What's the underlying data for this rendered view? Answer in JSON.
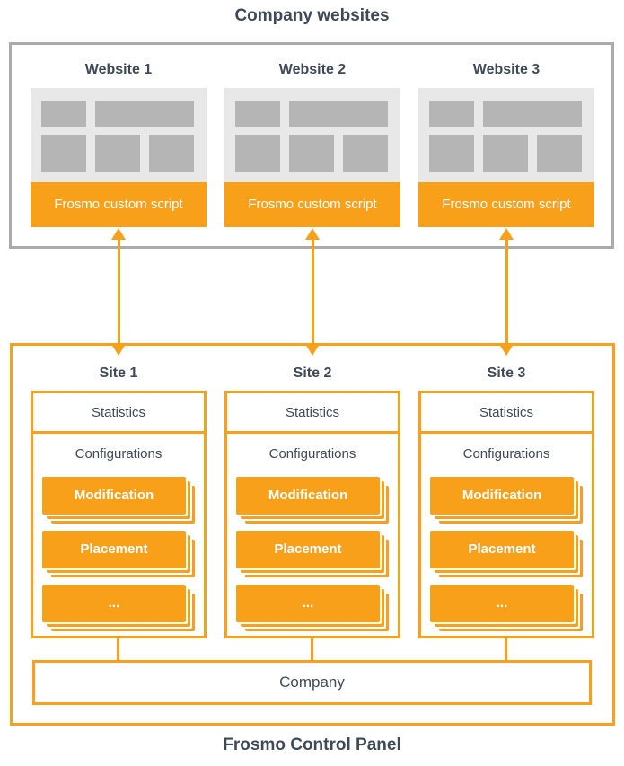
{
  "colors": {
    "orange": "#F9A01B",
    "slate_text": "#3E4A57",
    "gray_border": "#ABABAB",
    "mockup_background": "#E8E8E8",
    "mockup_block": "#B5B5B5"
  },
  "titles": {
    "top": "Company websites",
    "bottom": "Frosmo Control Panel"
  },
  "websites": [
    {
      "title": "Website 1",
      "script_label": "Frosmo custom script"
    },
    {
      "title": "Website 2",
      "script_label": "Frosmo custom script"
    },
    {
      "title": "Website 3",
      "script_label": "Frosmo custom script"
    }
  ],
  "control_panel": {
    "sites": [
      {
        "title": "Site 1",
        "statistics_label": "Statistics",
        "configurations_label": "Configurations",
        "cards": [
          "Modification",
          "Placement",
          "..."
        ]
      },
      {
        "title": "Site 2",
        "statistics_label": "Statistics",
        "configurations_label": "Configurations",
        "cards": [
          "Modification",
          "Placement",
          "..."
        ]
      },
      {
        "title": "Site 3",
        "statistics_label": "Statistics",
        "configurations_label": "Configurations",
        "cards": [
          "Modification",
          "Placement",
          "..."
        ]
      }
    ],
    "company_label": "Company"
  }
}
